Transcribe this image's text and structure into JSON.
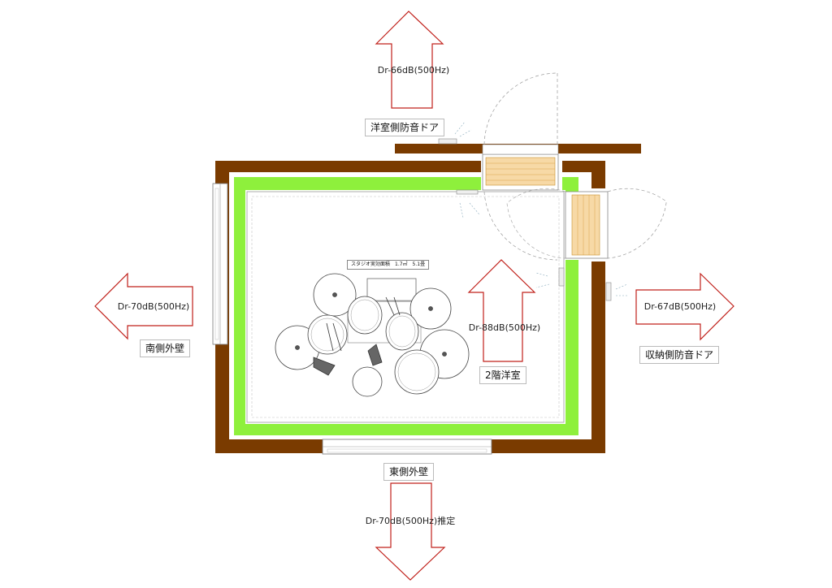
{
  "colors": {
    "wall": "#7a3b00",
    "insulation": "#8ef03c",
    "arrow_stroke": "#c0201a",
    "inner_line": "#9a9a9a"
  },
  "labels": {
    "top_rating": "Dr-66dB(500Hz)",
    "left_rating": "Dr-70dB(500Hz)",
    "right_rating": "Dr-67dB(500Hz)",
    "inner_rating": "Dr-88dB(500Hz)",
    "bottom_rating": "Dr-70dB(500Hz)推定",
    "top_door": "洋室側防音ドア",
    "right_door": "収納側防音ドア",
    "south_wall": "南側外壁",
    "east_wall": "東側外壁",
    "room_2f": "2階洋室",
    "studio_area": "スタジオ実効面積　1.7㎡　5.1畳"
  },
  "icons": [
    "drum-kit-icon",
    "door-swing-icon",
    "window-icon",
    "speaker-icon"
  ]
}
